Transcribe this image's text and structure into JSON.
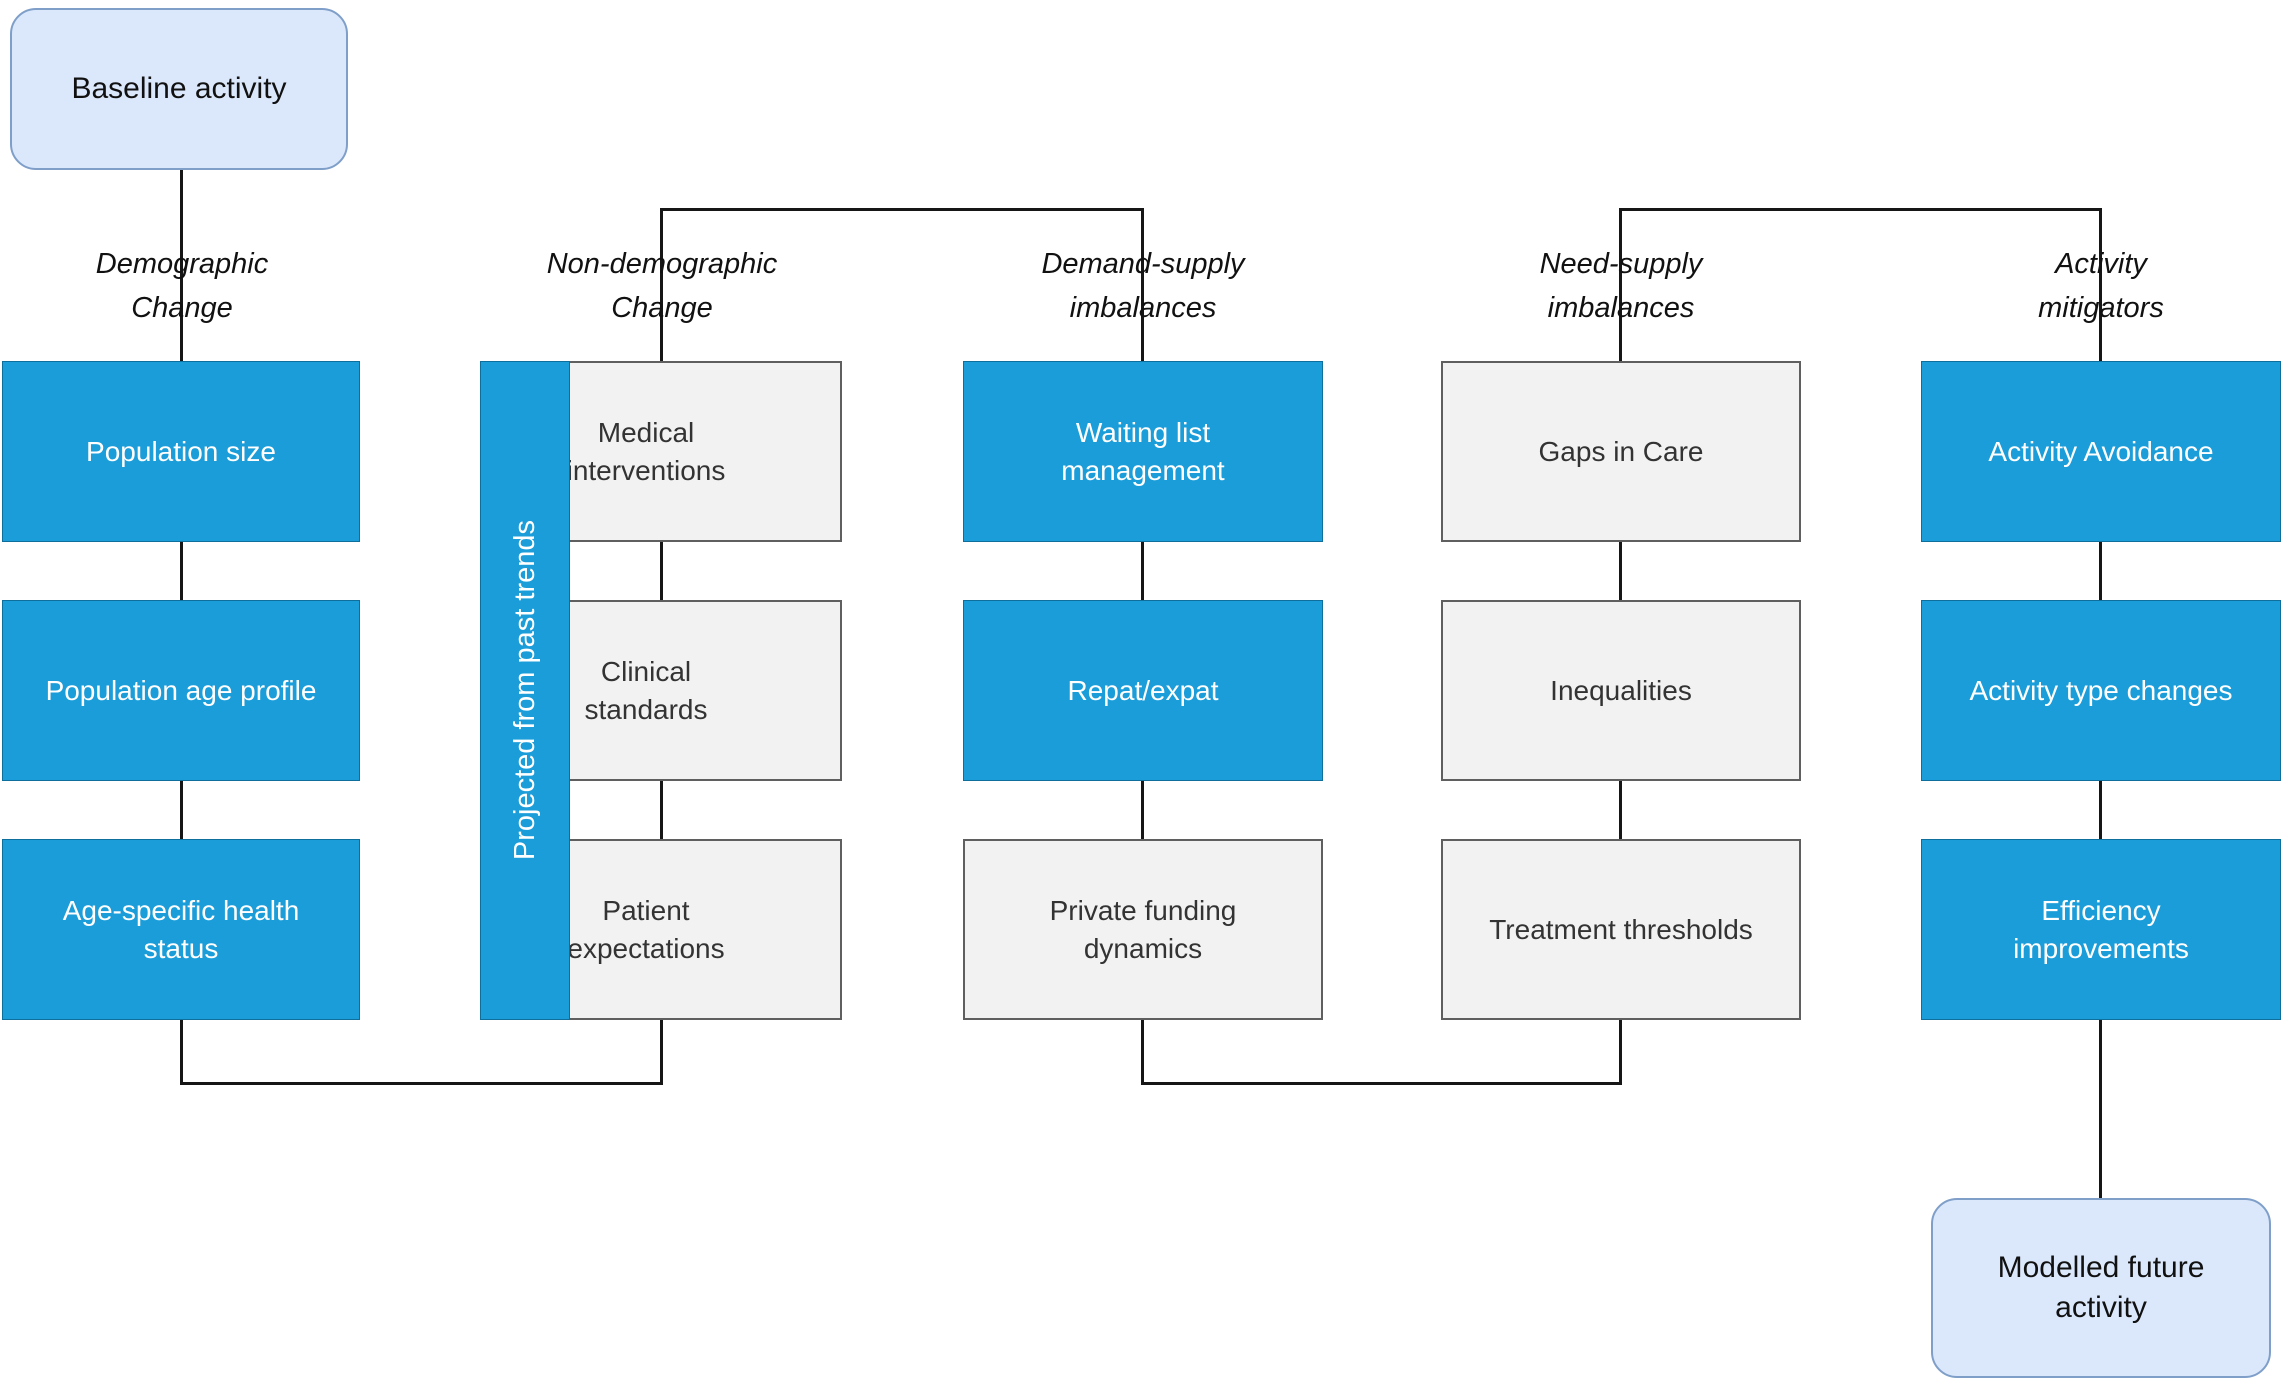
{
  "diagram": {
    "start_node": {
      "label": "Baseline activity"
    },
    "end_node": {
      "label": "Modelled future\nactivity"
    },
    "side_bar": {
      "label": "Projected from past trends"
    },
    "columns": [
      {
        "header": "Demographic\nChange",
        "boxes": [
          "Population size",
          "Population age profile",
          "Age-specific health\nstatus"
        ]
      },
      {
        "header": "Non-demographic\nChange",
        "boxes": [
          "Medical\ninterventions",
          "Clinical\nstandards",
          "Patient\nexpectations"
        ]
      },
      {
        "header": "Demand-supply\nimbalances",
        "boxes": [
          "Waiting list\nmanagement",
          "Repat/expat",
          "Private funding\ndynamics"
        ]
      },
      {
        "header": "Need-supply\nimbalances",
        "boxes": [
          "Gaps in Care",
          "Inequalities",
          "Treatment thresholds"
        ]
      },
      {
        "header": "Activity\nmitigators",
        "boxes": [
          "Activity Avoidance",
          "Activity type changes",
          "Efficiency\nimprovements"
        ]
      }
    ],
    "colors": {
      "primary_blue": "#1B9DD9",
      "gray_box_fill": "#F2F2F2",
      "rounded_fill": "#DBE8FC",
      "rounded_border": "#7F9FC9",
      "line": "#161616"
    }
  }
}
